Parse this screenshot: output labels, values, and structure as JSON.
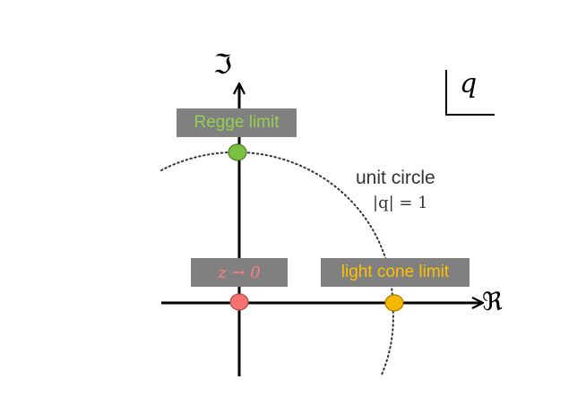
{
  "axes": {
    "imaginary_symbol": "ℑ",
    "real_symbol": "ℜ"
  },
  "variable_box": {
    "symbol": "q"
  },
  "circle": {
    "label": "unit circle",
    "formula": "|q| = 1"
  },
  "points": {
    "regge": {
      "label": "Regge limit",
      "label_color": "#92d050",
      "dot_color": "#7ac142"
    },
    "z_zero": {
      "label": "z → 0",
      "label_color": "#ff7c80",
      "dot_color": "#f47272"
    },
    "light_cone": {
      "label": "light cone limit",
      "label_color": "#ffc000",
      "dot_color": "#f5b800"
    }
  }
}
